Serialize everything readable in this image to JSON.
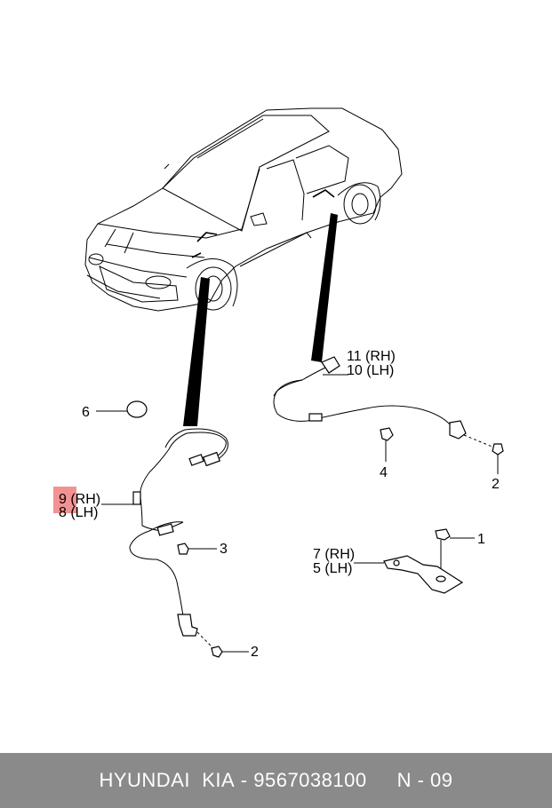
{
  "callouts": {
    "c1": "1",
    "c2a": "2",
    "c2b": "2",
    "c3": "3",
    "c4": "4",
    "c5": "5 (LH)",
    "c6": "6",
    "c7": "7 (RH)",
    "c8": "8 (LH)",
    "c9": "9 (RH)",
    "c10": "10 (LH)",
    "c11": "11 (RH)"
  },
  "highlight_color": "#f08080",
  "footer": {
    "brand": "HYUNDAI  KIA",
    "part_number": "9567038100",
    "page_code": "N - 09"
  }
}
